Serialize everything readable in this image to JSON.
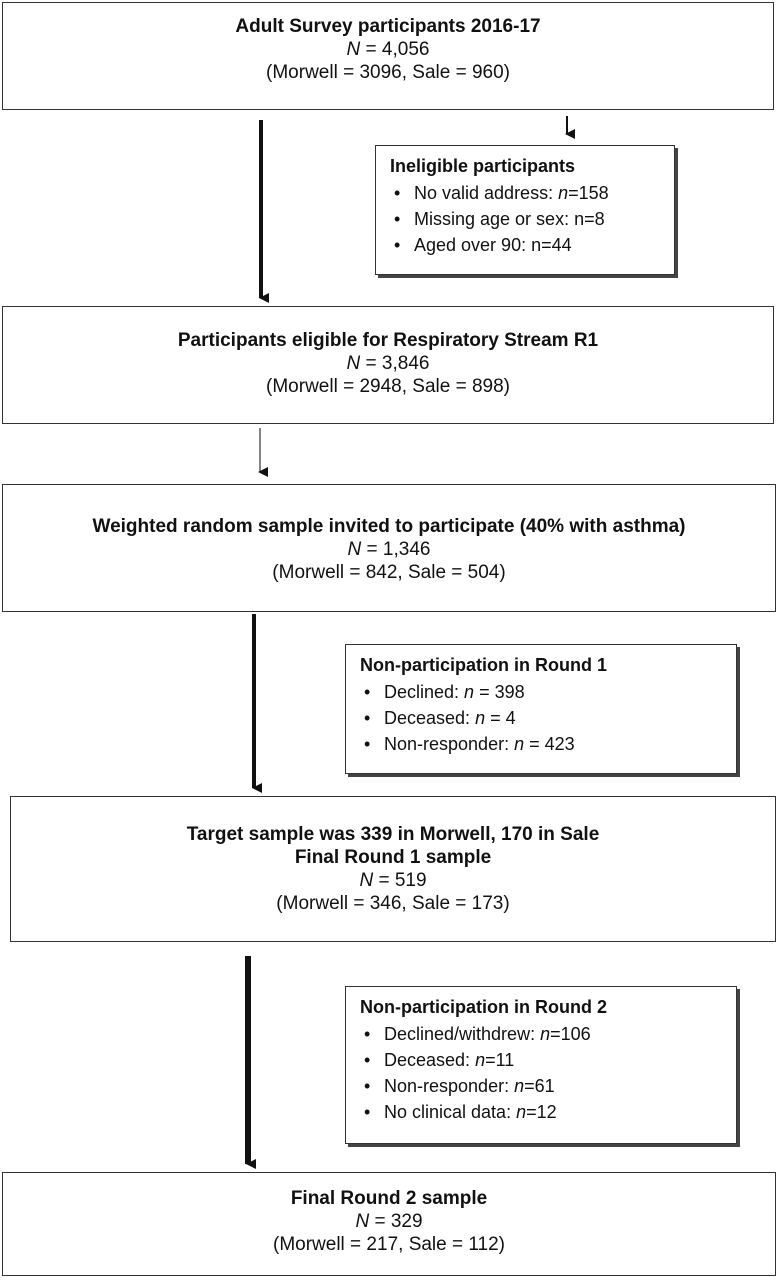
{
  "boxes": {
    "adult_survey": {
      "title": "Adult Survey participants 2016-17",
      "n_label": "N",
      "n_value": " = 4,056",
      "split": "(Morwell = 3096, Sale = 960)"
    },
    "ineligible": {
      "title": "Ineligible  participants",
      "items": [
        {
          "label": "No valid address: ",
          "var": "n",
          "value": "=158"
        },
        {
          "label": "Missing age or sex: n=8",
          "var": "",
          "value": ""
        },
        {
          "label": "Aged over 90: n=44",
          "var": "",
          "value": ""
        }
      ]
    },
    "eligible": {
      "title": "Participants eligible  for Respiratory Stream R1",
      "n_label": "N",
      "n_value": " = 3,846",
      "split": "(Morwell = 2948, Sale = 898)"
    },
    "weighted": {
      "title": "Weighted random sample invited to participate (40% with asthma)",
      "n_label": "N",
      "n_value": " = 1,346",
      "split": "(Morwell = 842, Sale = 504)"
    },
    "nonpart_r1": {
      "title": "Non-participation in Round 1",
      "items": [
        {
          "label": "Declined: ",
          "var": "n",
          "value": " = 398"
        },
        {
          "label": "Deceased: ",
          "var": "n",
          "value": " = 4"
        },
        {
          "label": "Non-responder: ",
          "var": "n",
          "value": " = 423"
        }
      ]
    },
    "round1": {
      "title": "Target sample was 339 in Morwell, 170 in Sale",
      "title2": "Final Round 1 sample",
      "n_label": "N",
      "n_value": " = 519",
      "split": "(Morwell = 346, Sale = 173)"
    },
    "nonpart_r2": {
      "title": "Non-participation in Round 2",
      "items": [
        {
          "label": "Declined/withdrew: ",
          "var": "n",
          "value": "=106"
        },
        {
          "label": "Deceased: ",
          "var": "n",
          "value": "=11"
        },
        {
          "label": "Non-responder: ",
          "var": "n",
          "value": "=61"
        },
        {
          "label": "No clinical data: ",
          "var": "n",
          "value": "=12"
        }
      ]
    },
    "round2": {
      "title": "Final Round 2 sample",
      "n_label": "N",
      "n_value": " = 329",
      "split": "(Morwell = 217, Sale = 112)"
    }
  }
}
